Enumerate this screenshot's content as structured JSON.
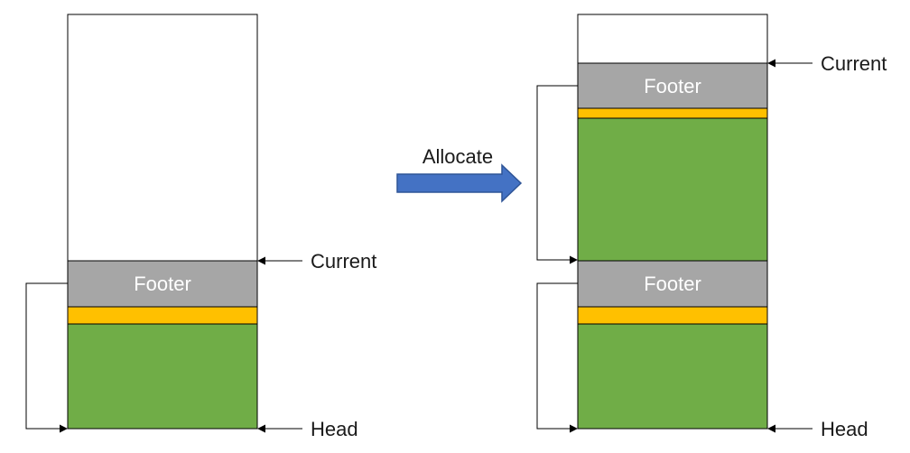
{
  "colors": {
    "footer": "#a6a6a6",
    "stripe": "#ffc000",
    "data": "#70ad47",
    "arrow_fill": "#4472c4",
    "arrow_stroke": "#2f5597",
    "outline": "#000000"
  },
  "arrow": {
    "label": "Allocate"
  },
  "left_stack": {
    "footer_label": "Footer",
    "current_label": "Current",
    "head_label": "Head"
  },
  "right_stack": {
    "top_footer_label": "Footer",
    "bottom_footer_label": "Footer",
    "current_label": "Current",
    "head_label": "Head"
  }
}
